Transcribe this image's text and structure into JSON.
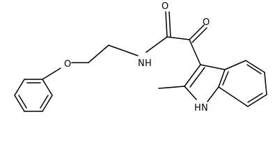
{
  "molecule": {
    "atoms": {
      "carbonyl_o1": "O",
      "carbonyl_o2": "O",
      "amide_n": "N",
      "amide_h": "H",
      "ether_o": "O",
      "indole_n": "N",
      "indole_h": "H"
    }
  },
  "colors": {
    "bond": "#000000",
    "label": "#000000",
    "background": "#ffffff"
  }
}
